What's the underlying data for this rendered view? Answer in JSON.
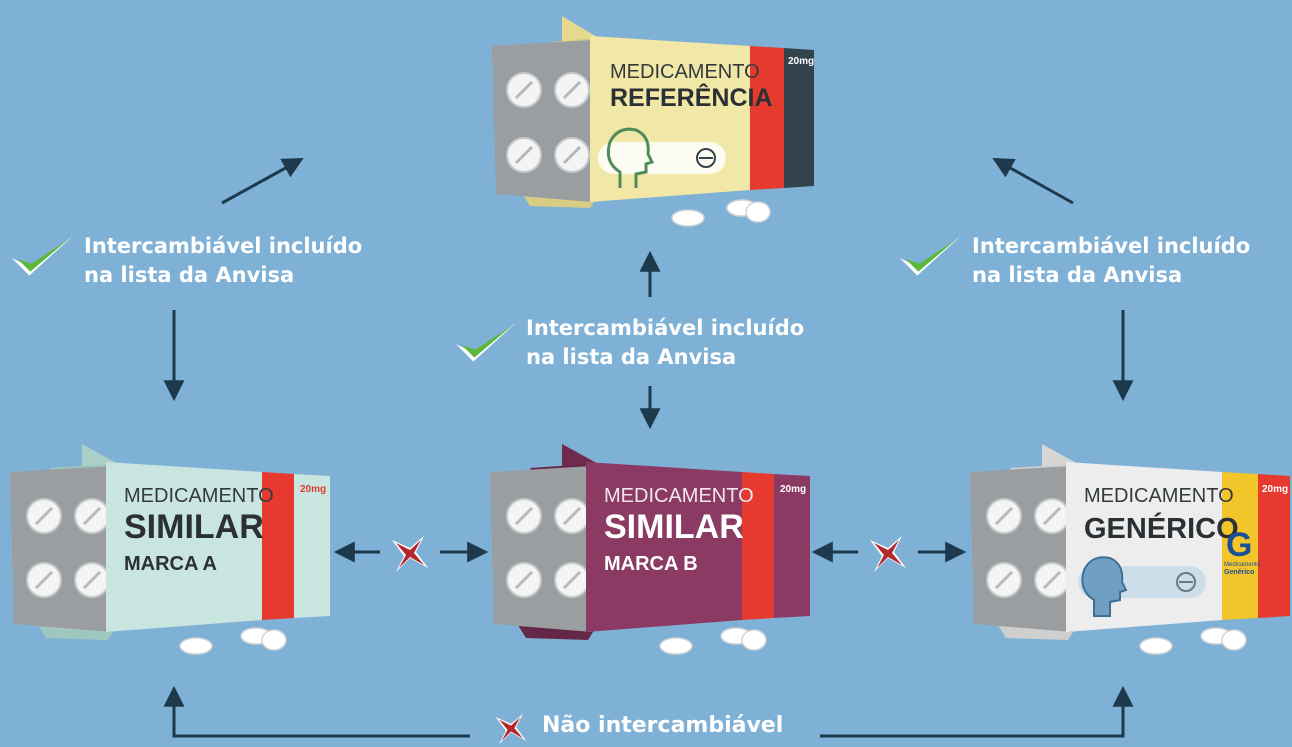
{
  "colors": {
    "background": "#7fb1d6",
    "arrow": "#1d3a4c",
    "check": "#5cb83a",
    "cross": "#b3282d",
    "stripe_red": "#e63a2e",
    "stripe_dark": "#33434b",
    "generico_yellow": "#f2c52a",
    "generico_blue": "#1a4f9a"
  },
  "boxes": {
    "referencia": {
      "caption": "MEDICAMENTO",
      "name": "REFERÊNCIA",
      "dose": "20mg",
      "face_color": "#f1e7a7"
    },
    "similar_a": {
      "caption": "MEDICAMENTO",
      "name": "SIMILAR",
      "brand": "MARCA A",
      "dose": "20mg",
      "face_color": "#c9e5df"
    },
    "similar_b": {
      "caption": "MEDICAMENTO",
      "name": "SIMILAR",
      "brand": "MARCA B",
      "dose": "20mg",
      "face_color": "#8b3a63"
    },
    "generico": {
      "caption": "MEDICAMENTO",
      "name": "GENÉRICO",
      "dose": "20mg",
      "logo_letter": "G",
      "logo_line1": "Medicamento",
      "logo_line2": "Genérico",
      "face_color": "#ededed"
    }
  },
  "labels": {
    "left": {
      "line1": "Intercambiável  incluído",
      "line2": "na lista da Anvisa"
    },
    "center": {
      "line1": "Intercambiável  incluído",
      "line2": "na lista da Anvisa"
    },
    "right": {
      "line1": "Intercambiável  incluído",
      "line2": "na lista da Anvisa"
    },
    "bottom": "Não intercambiável"
  }
}
